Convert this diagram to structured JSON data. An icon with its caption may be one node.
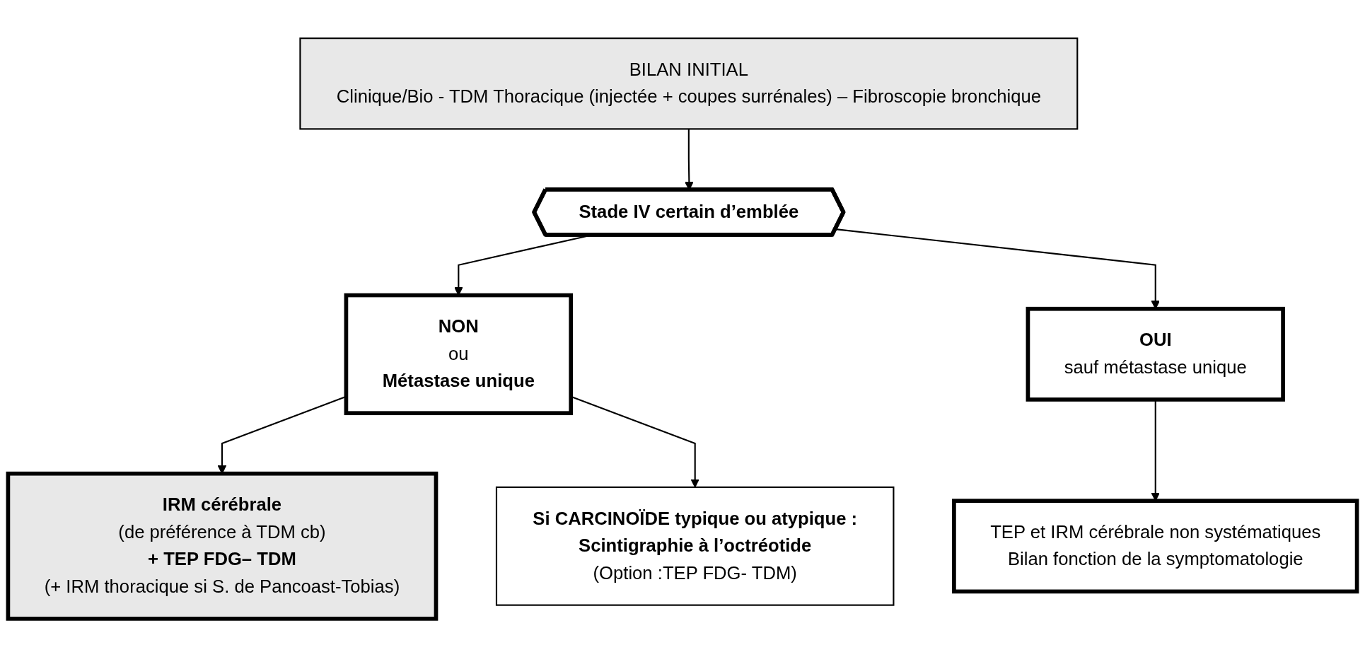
{
  "diagram": {
    "nodes": [
      {
        "text": [
          "BILAN INITIAL",
          "Clinique/Bio - TDM Thoracique (injectée + coupes surrénales) – Fibroscopie bronchique"
        ]
      },
      {
        "text": [
          "Stade IV certain d’emblée"
        ]
      },
      {
        "text": [
          "NON",
          "ou",
          "Métastase unique"
        ]
      },
      {
        "text": [
          "OUI",
          "sauf métastase unique"
        ]
      },
      {
        "text": [
          "IRM cérébrale",
          "(de préférence à TDM cb)",
          "+ TEP FDG– TDM",
          "(+ IRM thoracique si S. de Pancoast-Tobias)"
        ]
      },
      {
        "text": [
          "Si CARCINOÏDE typique ou atypique :",
          "Scintigraphie à l’octréotide",
          "(Option :TEP FDG- TDM)"
        ]
      },
      {
        "text": [
          "TEP et IRM cérébrale non systématiques",
          "Bilan fonction de la symptomatologie"
        ]
      }
    ],
    "edges": [
      {
        "from": 0,
        "to": 1,
        "arrow": "to"
      },
      {
        "from": 1,
        "to": 2,
        "arrow": "to"
      },
      {
        "from": 1,
        "to": 3,
        "arrow": "to"
      },
      {
        "from": 2,
        "to": 4,
        "arrow": "to"
      },
      {
        "from": 2,
        "to": 5,
        "arrow": "to"
      },
      {
        "from": 3,
        "to": 6,
        "arrow": "to"
      }
    ]
  }
}
